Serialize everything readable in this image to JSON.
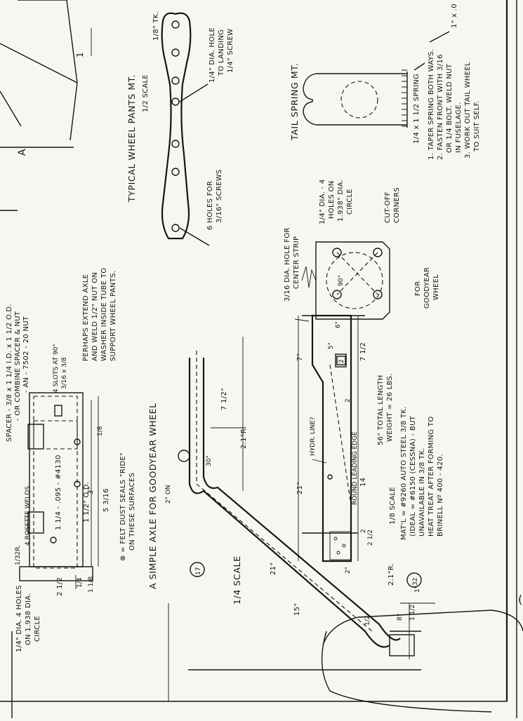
{
  "sheet": {
    "drawing_number": "A",
    "frame_marker": "1",
    "corner_mark_right": "(",
    "view_top_right": "1\" x .0"
  },
  "wheel_plate": {
    "title": "TYPICAL WHEEL PANTS MT.",
    "scale": "1/2 SCALE",
    "thickness": "1/8\" TK.",
    "hole_note_a": "1/4\" DIA. HOLE",
    "hole_note_b": "TO LANDING",
    "hole_note_c": "1/4\" SCREW",
    "holes_note_a": "6 HOLES FOR",
    "holes_note_b": "3/16\" SCREWS"
  },
  "tail_spring": {
    "title": "TAIL SPRING MT.",
    "spring_label": "1/4 x 1 1/2 SPRING",
    "notes": [
      "1. TAPER SPRING BOTH WAYS.",
      "2. FASTEN FRONT WITH 3/16",
      "OR 1/4 BOLT. WELD NUT",
      "IN FUSELAGE.",
      "3. WORK OUT TAIL WHEEL",
      "TO SUIT SELF."
    ]
  },
  "axle": {
    "title": "A SIMPLE AXLE FOR GOODYEAR WHEEL",
    "spacer_note_a": "SPACER - 3/8 x 1 1/4 I.D. x 1 1/2 O.D.",
    "spacer_note_b": "- OR  COMBINE SPACER & NUT",
    "spacer_note_c": "- AN - 7502 - 20 NUT",
    "slot_note_a": "4 SLOTS AT 90°",
    "slot_note_b": "3/16 x 3/8",
    "extend_note_a": "PERHAPS EXTEND AXLE",
    "extend_note_b": "AND WELD 1/2\" NUT ON",
    "extend_note_c": "WASHER INSIDE TUBE TO",
    "extend_note_d": "SUPPORT WHEEL PANTS.",
    "felt_note_a": "⊗ = FELT DUST SEALS \"RIDE\"",
    "felt_note_b": "ON THESE SURFACES",
    "rosette": "4 ROSETTE WELDS",
    "rosette_b": "1/32R.",
    "tube": "1 1/4 - .095 - #4130",
    "od": "1 1/2\" O.D.",
    "dim_a": "2 1/2",
    "dim_b": "1 1/8",
    "dim_c": "3\"",
    "dim_d": "5 3/16",
    "dim_e": "1/8",
    "dim_f": "1/4",
    "holes_note_a": "1/4\" DIA. 4 HOLES",
    "holes_note_b": "ON 1.938 DIA.",
    "holes_note_c": "CIRCLE"
  },
  "gear_leg": {
    "scale": "1/4 SCALE",
    "station_a": "17",
    "station_b": "32",
    "dim_length": "21\"",
    "dim_15": "15\"",
    "dim_2on": "2\" ON",
    "dim_radius": "2.1\"R.",
    "dim_radius_b": "2.1\"R.",
    "dim_75": "7 1/2\"",
    "dim_30": "30°",
    "dim_8": "8°",
    "dim_1": "1\"",
    "dim_1half": "1 1/2",
    "dim_half": "1/2"
  },
  "leg_plan": {
    "scale": "1/8 SCALE",
    "total_length": "56\" TOTAL LENGTH",
    "weight": "WEIGHT = 26 LBS.",
    "hydr_line": "HYDR. LINE?",
    "edge": "ROUND LEADING EDGE",
    "hole_note_a": "3/16 DIA. HOLE FOR",
    "hole_note_b": "CENTER STRIP",
    "dim_21": "21\"",
    "dim_7": "7\"",
    "dim_6": "6\"",
    "dim_5": "5\"",
    "dim_2": "2",
    "dim_14": "14",
    "dim_2b": "2",
    "dim_75": "7 1/2",
    "dim_2c": "2\"",
    "dim_25": "2 1/2",
    "box_num": "2",
    "matl_a": "MAT'L = #9260 AUTO STEEL 3/8 TK.",
    "matl_b": "(IDEAL = #6150 (CESSNA) - BUT",
    "matl_c": "UNAVAILABLE IN 3/8 TK.",
    "matl_d": "HEAT TREAT AFTER FORMING TO",
    "matl_e": "BRINELL Nº 400 - 420."
  },
  "goodyear_plate": {
    "holes_a": "1/4\" DIA. - 4",
    "holes_b": "HOLES ON",
    "holes_c": "1.938\" DIA.",
    "holes_d": "CIRCLE",
    "corners_a": "CUT-OFF",
    "corners_b": "CORNERS",
    "for_a": "FOR",
    "for_b": "GOODYEAR",
    "for_c": "WHEEL",
    "angle": "90°"
  }
}
